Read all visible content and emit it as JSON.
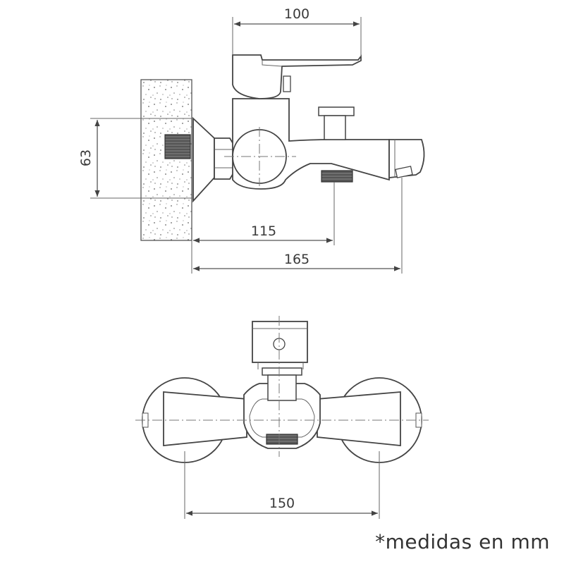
{
  "dimensions": {
    "lever_length": "100",
    "inlet_height": "63",
    "outlet_distance": "115",
    "spout_length": "165",
    "inlet_spacing": "150"
  },
  "note": "*medidas en mm",
  "views": [
    "side-view",
    "front-view"
  ]
}
